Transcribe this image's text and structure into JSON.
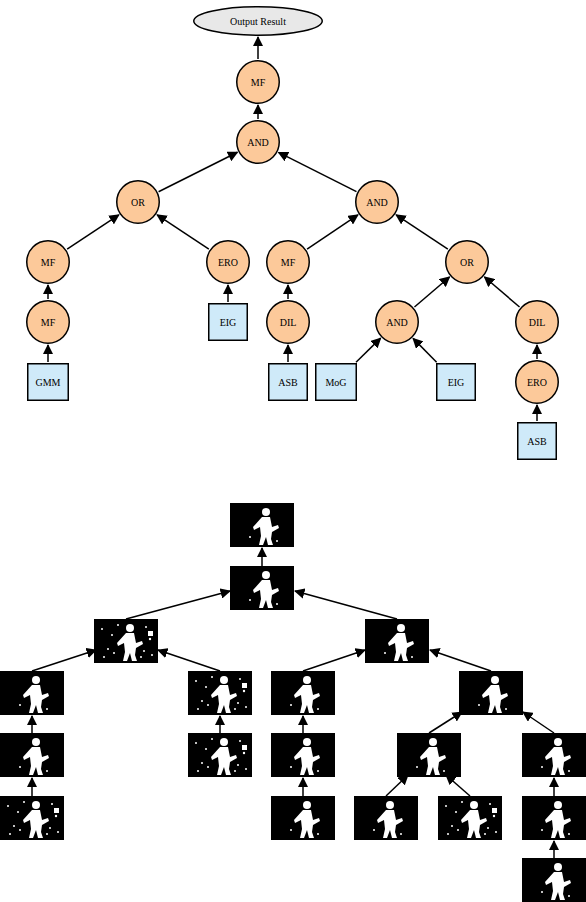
{
  "diagram": {
    "nodes": [
      {
        "text": [
          "Output Result"
        ]
      },
      {
        "text": [
          "MF"
        ]
      },
      {
        "text": [
          "AND"
        ]
      },
      {
        "text": [
          "OR"
        ]
      },
      {
        "text": [
          "AND"
        ]
      },
      {
        "text": [
          "MF"
        ]
      },
      {
        "text": [
          "ERO"
        ]
      },
      {
        "text": [
          "MF"
        ]
      },
      {
        "text": [
          "OR"
        ]
      },
      {
        "text": [
          "MF"
        ]
      },
      {
        "text": [
          "EIG"
        ]
      },
      {
        "text": [
          "DIL"
        ]
      },
      {
        "text": [
          "AND"
        ]
      },
      {
        "text": [
          "DIL"
        ]
      },
      {
        "text": [
          "GMM"
        ]
      },
      {
        "text": [
          "ASB"
        ]
      },
      {
        "text": [
          "MoG"
        ]
      },
      {
        "text": [
          "EIG"
        ]
      },
      {
        "text": [
          "ERO"
        ]
      },
      {
        "text": [
          "ASB"
        ]
      }
    ],
    "edges": [
      {
        "from": 1,
        "to": 0,
        "arrow": "to"
      },
      {
        "from": 2,
        "to": 1,
        "arrow": "to"
      },
      {
        "from": 3,
        "to": 2,
        "arrow": "to"
      },
      {
        "from": 4,
        "to": 2,
        "arrow": "to"
      },
      {
        "from": 5,
        "to": 3,
        "arrow": "to"
      },
      {
        "from": 6,
        "to": 3,
        "arrow": "to"
      },
      {
        "from": 7,
        "to": 4,
        "arrow": "to"
      },
      {
        "from": 8,
        "to": 4,
        "arrow": "to"
      },
      {
        "from": 9,
        "to": 5,
        "arrow": "to"
      },
      {
        "from": 10,
        "to": 6,
        "arrow": "to"
      },
      {
        "from": 11,
        "to": 7,
        "arrow": "to"
      },
      {
        "from": 12,
        "to": 8,
        "arrow": "to"
      },
      {
        "from": 13,
        "to": 8,
        "arrow": "to"
      },
      {
        "from": 14,
        "to": 9,
        "arrow": "to"
      },
      {
        "from": 15,
        "to": 11,
        "arrow": "to"
      },
      {
        "from": 16,
        "to": 12,
        "arrow": "to"
      },
      {
        "from": 17,
        "to": 12,
        "arrow": "to"
      },
      {
        "from": 18,
        "to": 13,
        "arrow": "to"
      },
      {
        "from": 19,
        "to": 18,
        "arrow": "to"
      }
    ]
  }
}
